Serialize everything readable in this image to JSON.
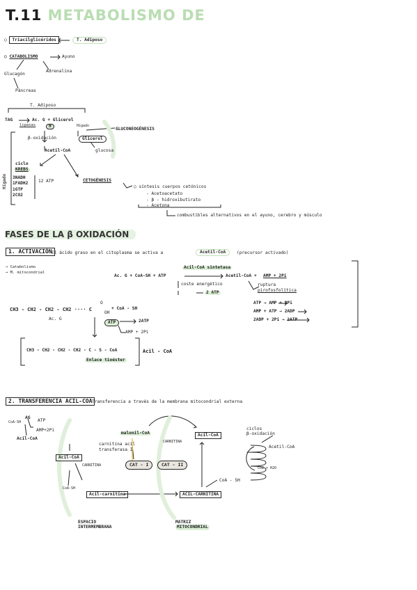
{
  "title": {
    "prefix": "T.11",
    "rest": "METABOLISMO DE"
  },
  "top": {
    "trig": "Triacilglicéridos",
    "tadiposo": "T. Adiposo",
    "catabolismo": "CATABOLISMO",
    "ayuno": "Ayuno",
    "adrenalina": "Adrenalina",
    "glucagon": "Glucagón",
    "pancreas": "Páncreas"
  },
  "scheme": {
    "tadiposo": "T. Adiposo",
    "tag": "TAG",
    "lipasas": "lipasas",
    "acg_glicerol": "Ac. G + Glicerol",
    "h": "H",
    "higado_small": "Hígado",
    "gluconeo": "GLUCONEOGÉNESIS",
    "boxidacion": "β-oxidación",
    "glicerol": "Glicerol",
    "acetilcoa": "Acetil-CoA",
    "glucosa": "glucosa",
    "ciclo": "ciclo",
    "krebs": "KREBS",
    "list": [
      "3NADH",
      "1FADH2",
      "1GTP",
      "2CO2"
    ],
    "atp12": "12 ATP",
    "cetogenesis": "CETOGÉNESIS",
    "higado": "Hígado",
    "sintesis": "síntesis cuerpos cetónicos",
    "cuerpos": [
      "- Acetoacetato",
      "- β - hidroxibutirato",
      "- Acetona"
    ],
    "combustibles": "combustibles alternativos en el ayuno, cerebro y músculo"
  },
  "fases": {
    "title": "FASES DE LA β OXIDACIÓN"
  },
  "activacion": {
    "heading": "1. ACTIVACIÓN",
    "desc_a": "El ácido graso en el citoplasma se activa a",
    "acetilcoa": "Acetil-CoA",
    "desc_b": "(precursor activado)",
    "notes": [
      "→ Catabolismo",
      "→ M. mitocondrial"
    ],
    "enzyme": "Acil-CoA sintetasa",
    "eq_left": "Ac. G + CoA-SH + ATP",
    "eq_right": "Acetil-CoA +",
    "amp": "AMP + 2Pi",
    "coste": "coste energético",
    "twoatp": "2 ATP",
    "ruptura": "ruptura",
    "piro": "pirofosfolítica",
    "atp_amp": "ATP → AMP + 2Pi",
    "amp_atp": "AMP + ATP → 2ADP",
    "adp": "2ADP + 2Pi → 2ATP",
    "chain": "CH3 - CH2 - CH2 - CH2 ···· C",
    "o": "O",
    "oh": "OH",
    "coash": "+ CoA - SH",
    "acg": "Ac. G",
    "atp": "ATP",
    "twoatp2": "2ATP",
    "amp2": "AMP + 2Pi",
    "product": "CH3 - CH2 - CH2 - CH2 - C - S - CoA",
    "enlace": "Enlace tioéster",
    "acilcoa": "Acil - CoA"
  },
  "transfer": {
    "heading": "2. TRANSFERENCIA ACIL-COA",
    "desc": "Transferencia a través de la membrana mitocondrial externa",
    "coa_sh": "CoA-SH",
    "ag": "AG",
    "atp": "ATP",
    "amp": "AMP+2Pi",
    "acilcoa_small": "Acil-CoA",
    "acilcoa_box": "Acil-CoA",
    "carnitina": "CARNITINA",
    "coash2": "CoA-SH",
    "acilcarnitina": "Acil-carnitina",
    "malonil": "malonil-CoA",
    "cat_trans1": "carnitina acil",
    "cat_trans2": "transferasa I",
    "cat1": "CAT - I",
    "cat2": "CAT - II",
    "carnitina2": "CARNITINA",
    "acilcoa_box2": "Acil-CoA",
    "acil_carnitina2": "ACIL-CARNITINA",
    "coash3": "CoA - SH",
    "ciclos": "ciclos",
    "boxid": "β-oxidación",
    "acetilcoa": "Acetil-CoA",
    "co2": "CO2 + H2O",
    "espacio1": "ESPACIO",
    "espacio2": "INTERMEMBRANA",
    "matriz1": "MATRIZ",
    "matriz2": "MITOCONDRIAL"
  }
}
